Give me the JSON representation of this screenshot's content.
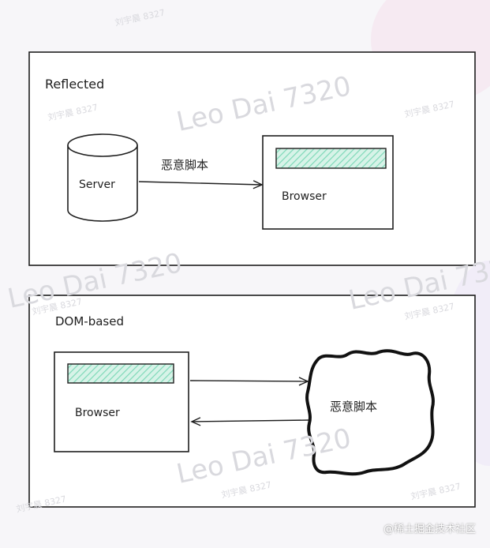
{
  "panels": [
    {
      "title": "Reflected",
      "server_label": "Server",
      "arrow_label": "恶意脚本",
      "browser_label": "Browser"
    },
    {
      "title": "DOM-based",
      "browser_label": "Browser",
      "cloud_label": "恶意脚本"
    }
  ],
  "watermarks": {
    "main": "Leo Dai 7320",
    "small": "刘宇晨 8327"
  },
  "credit": "@稀土掘金技术社区",
  "colors": {
    "hatch": "#7ed9b8",
    "stroke": "#1e1e1e"
  }
}
